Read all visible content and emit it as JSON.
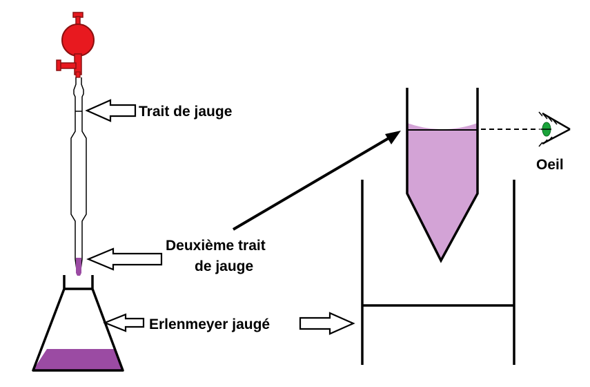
{
  "labels": {
    "trait_de_jauge": "Trait de jauge",
    "deuxieme_trait_l1": "Deuxième trait",
    "deuxieme_trait_l2": "de jauge",
    "erlenmeyer": "Erlenmeyer jaugé",
    "oeil": "Oeil"
  },
  "colors": {
    "bulb_red": "#e8191f",
    "bulb_outline": "#8b1010",
    "liquid_dark": "#9b4ba3",
    "liquid_light": "#d3a3d6",
    "eye_green": "#1aa33a",
    "outline": "#000000"
  },
  "icons": {
    "pipette_bulb": "pipette-bulb-icon",
    "eye": "eye-icon"
  }
}
